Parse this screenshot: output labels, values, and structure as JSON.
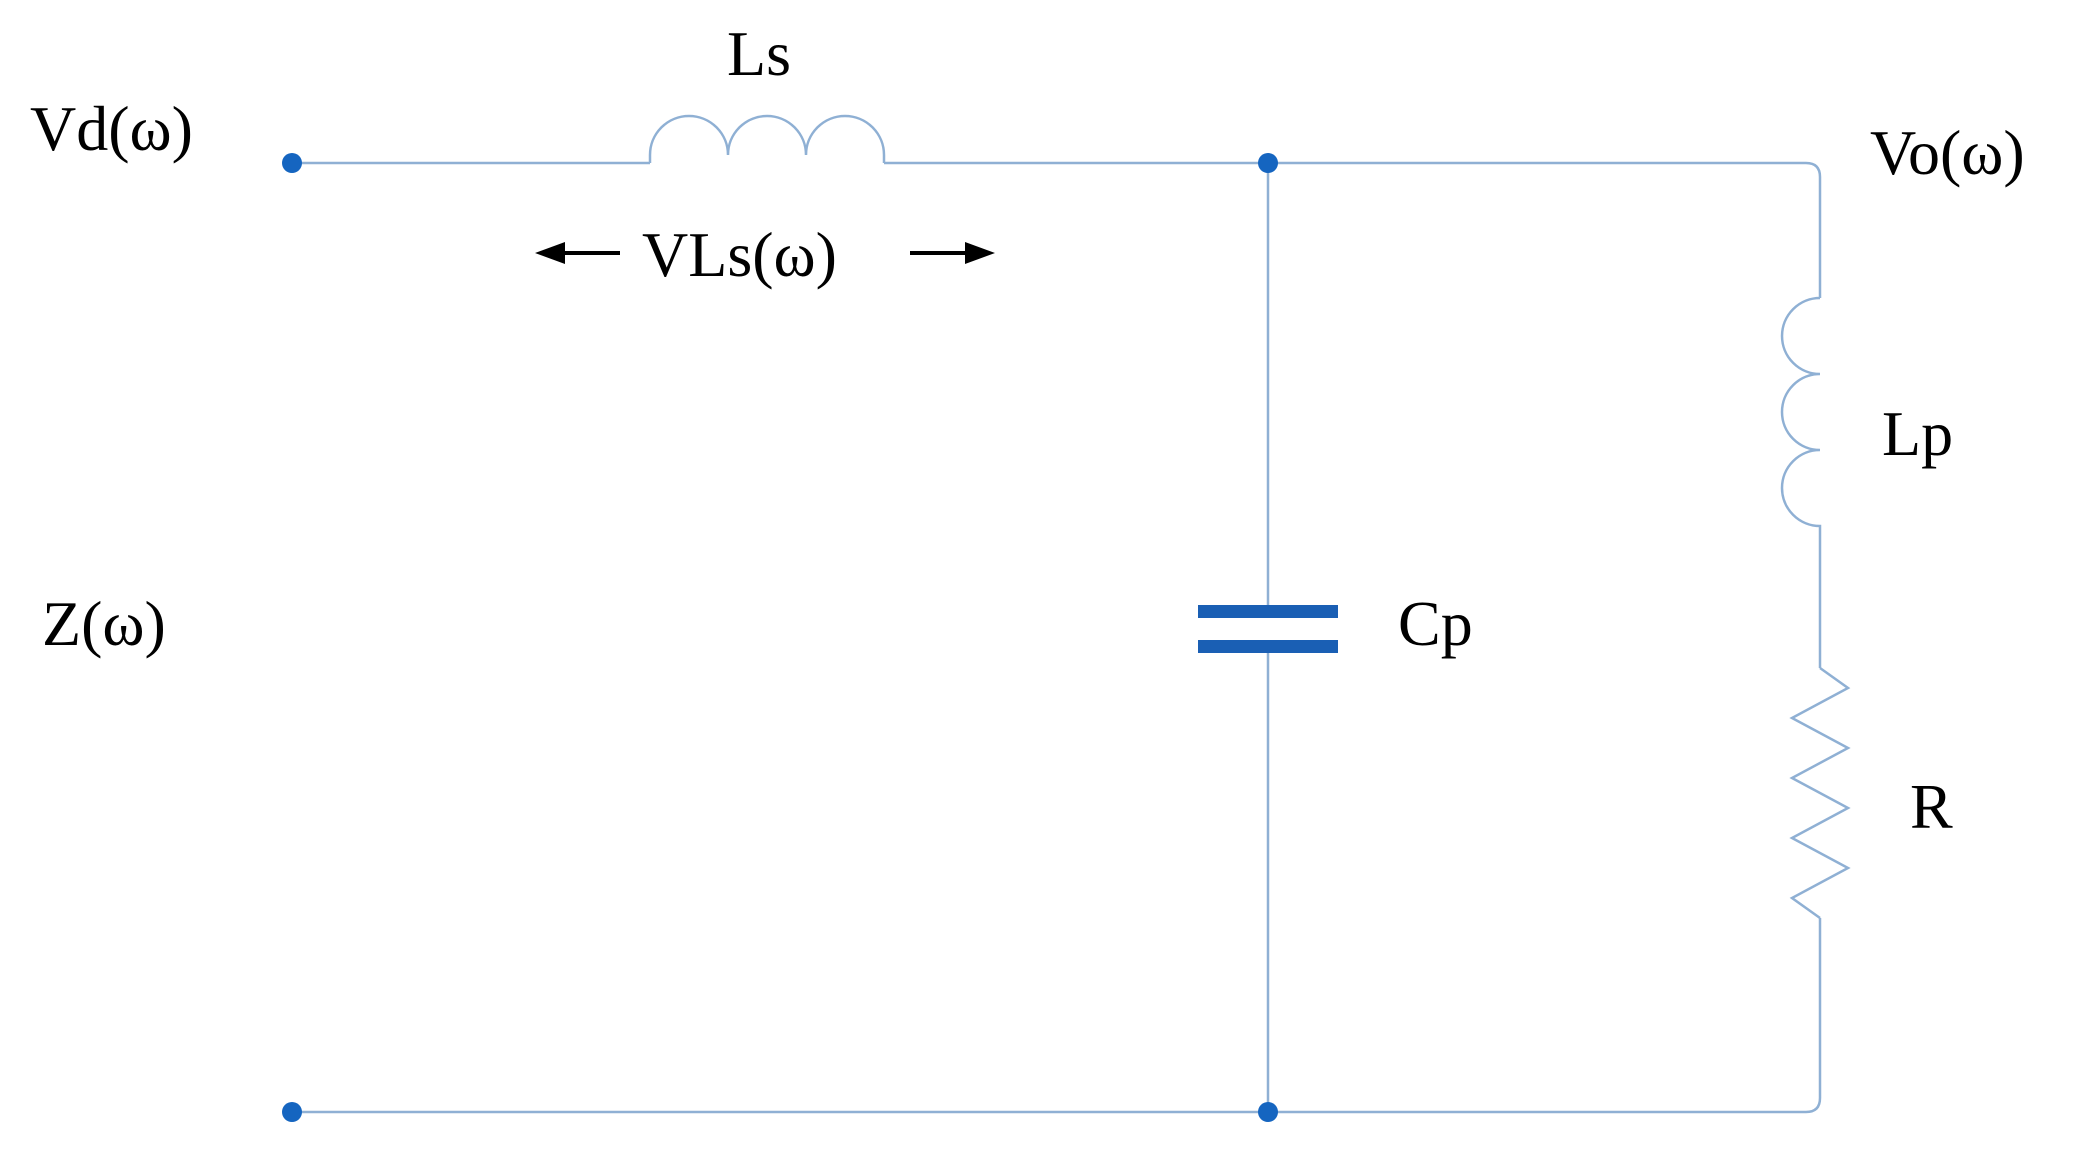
{
  "colors": {
    "wire": "#8fb0d4",
    "node": "#1565c0",
    "capacitor": "#1a5fb4",
    "text": "#000000"
  },
  "labels": {
    "input_voltage": "Vd(ω)",
    "series_inductor": "Ls",
    "inductor_voltage": "VLs(ω)",
    "output_voltage": "Vo(ω)",
    "impedance": "Z(ω)",
    "capacitor": "Cp",
    "parallel_inductor": "Lp",
    "resistor": "R"
  }
}
